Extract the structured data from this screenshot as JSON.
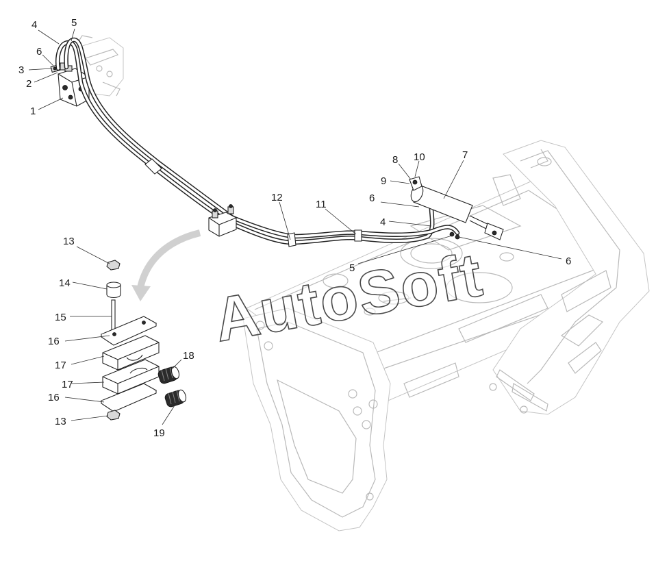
{
  "diagram": {
    "watermark": "AutoSoft",
    "callouts": [
      "1",
      "2",
      "3",
      "4",
      "5",
      "6",
      "7",
      "8",
      "9",
      "10",
      "11",
      "12",
      "13",
      "14",
      "15",
      "16",
      "17",
      "18",
      "19"
    ],
    "callout_list": [
      {
        "id": "callout-1-valve",
        "text": "1"
      },
      {
        "id": "callout-2-valve",
        "text": "2"
      },
      {
        "id": "callout-3-valve",
        "text": "3"
      },
      {
        "id": "callout-4-valve",
        "text": "4"
      },
      {
        "id": "callout-5-valve",
        "text": "5"
      },
      {
        "id": "callout-6-valve",
        "text": "6"
      },
      {
        "id": "callout-7-cylinder",
        "text": "7"
      },
      {
        "id": "callout-8-cylinder",
        "text": "8"
      },
      {
        "id": "callout-9-cylinder",
        "text": "9"
      },
      {
        "id": "callout-10-cylinder",
        "text": "10"
      },
      {
        "id": "callout-6-cylinder",
        "text": "6"
      },
      {
        "id": "callout-4-cylinder",
        "text": "4"
      },
      {
        "id": "callout-5-cylinder",
        "text": "5"
      },
      {
        "id": "callout-6-cylinder-right",
        "text": "6"
      },
      {
        "id": "callout-11-hose",
        "text": "11"
      },
      {
        "id": "callout-12-hose",
        "text": "12"
      },
      {
        "id": "callout-13-top",
        "text": "13"
      },
      {
        "id": "callout-14",
        "text": "14"
      },
      {
        "id": "callout-15",
        "text": "15"
      },
      {
        "id": "callout-16-top",
        "text": "16"
      },
      {
        "id": "callout-17-top",
        "text": "17"
      },
      {
        "id": "callout-18",
        "text": "18"
      },
      {
        "id": "callout-17-bottom",
        "text": "17"
      },
      {
        "id": "callout-16-bottom",
        "text": "16"
      },
      {
        "id": "callout-13-bottom",
        "text": "13"
      },
      {
        "id": "callout-19",
        "text": "19"
      }
    ]
  }
}
